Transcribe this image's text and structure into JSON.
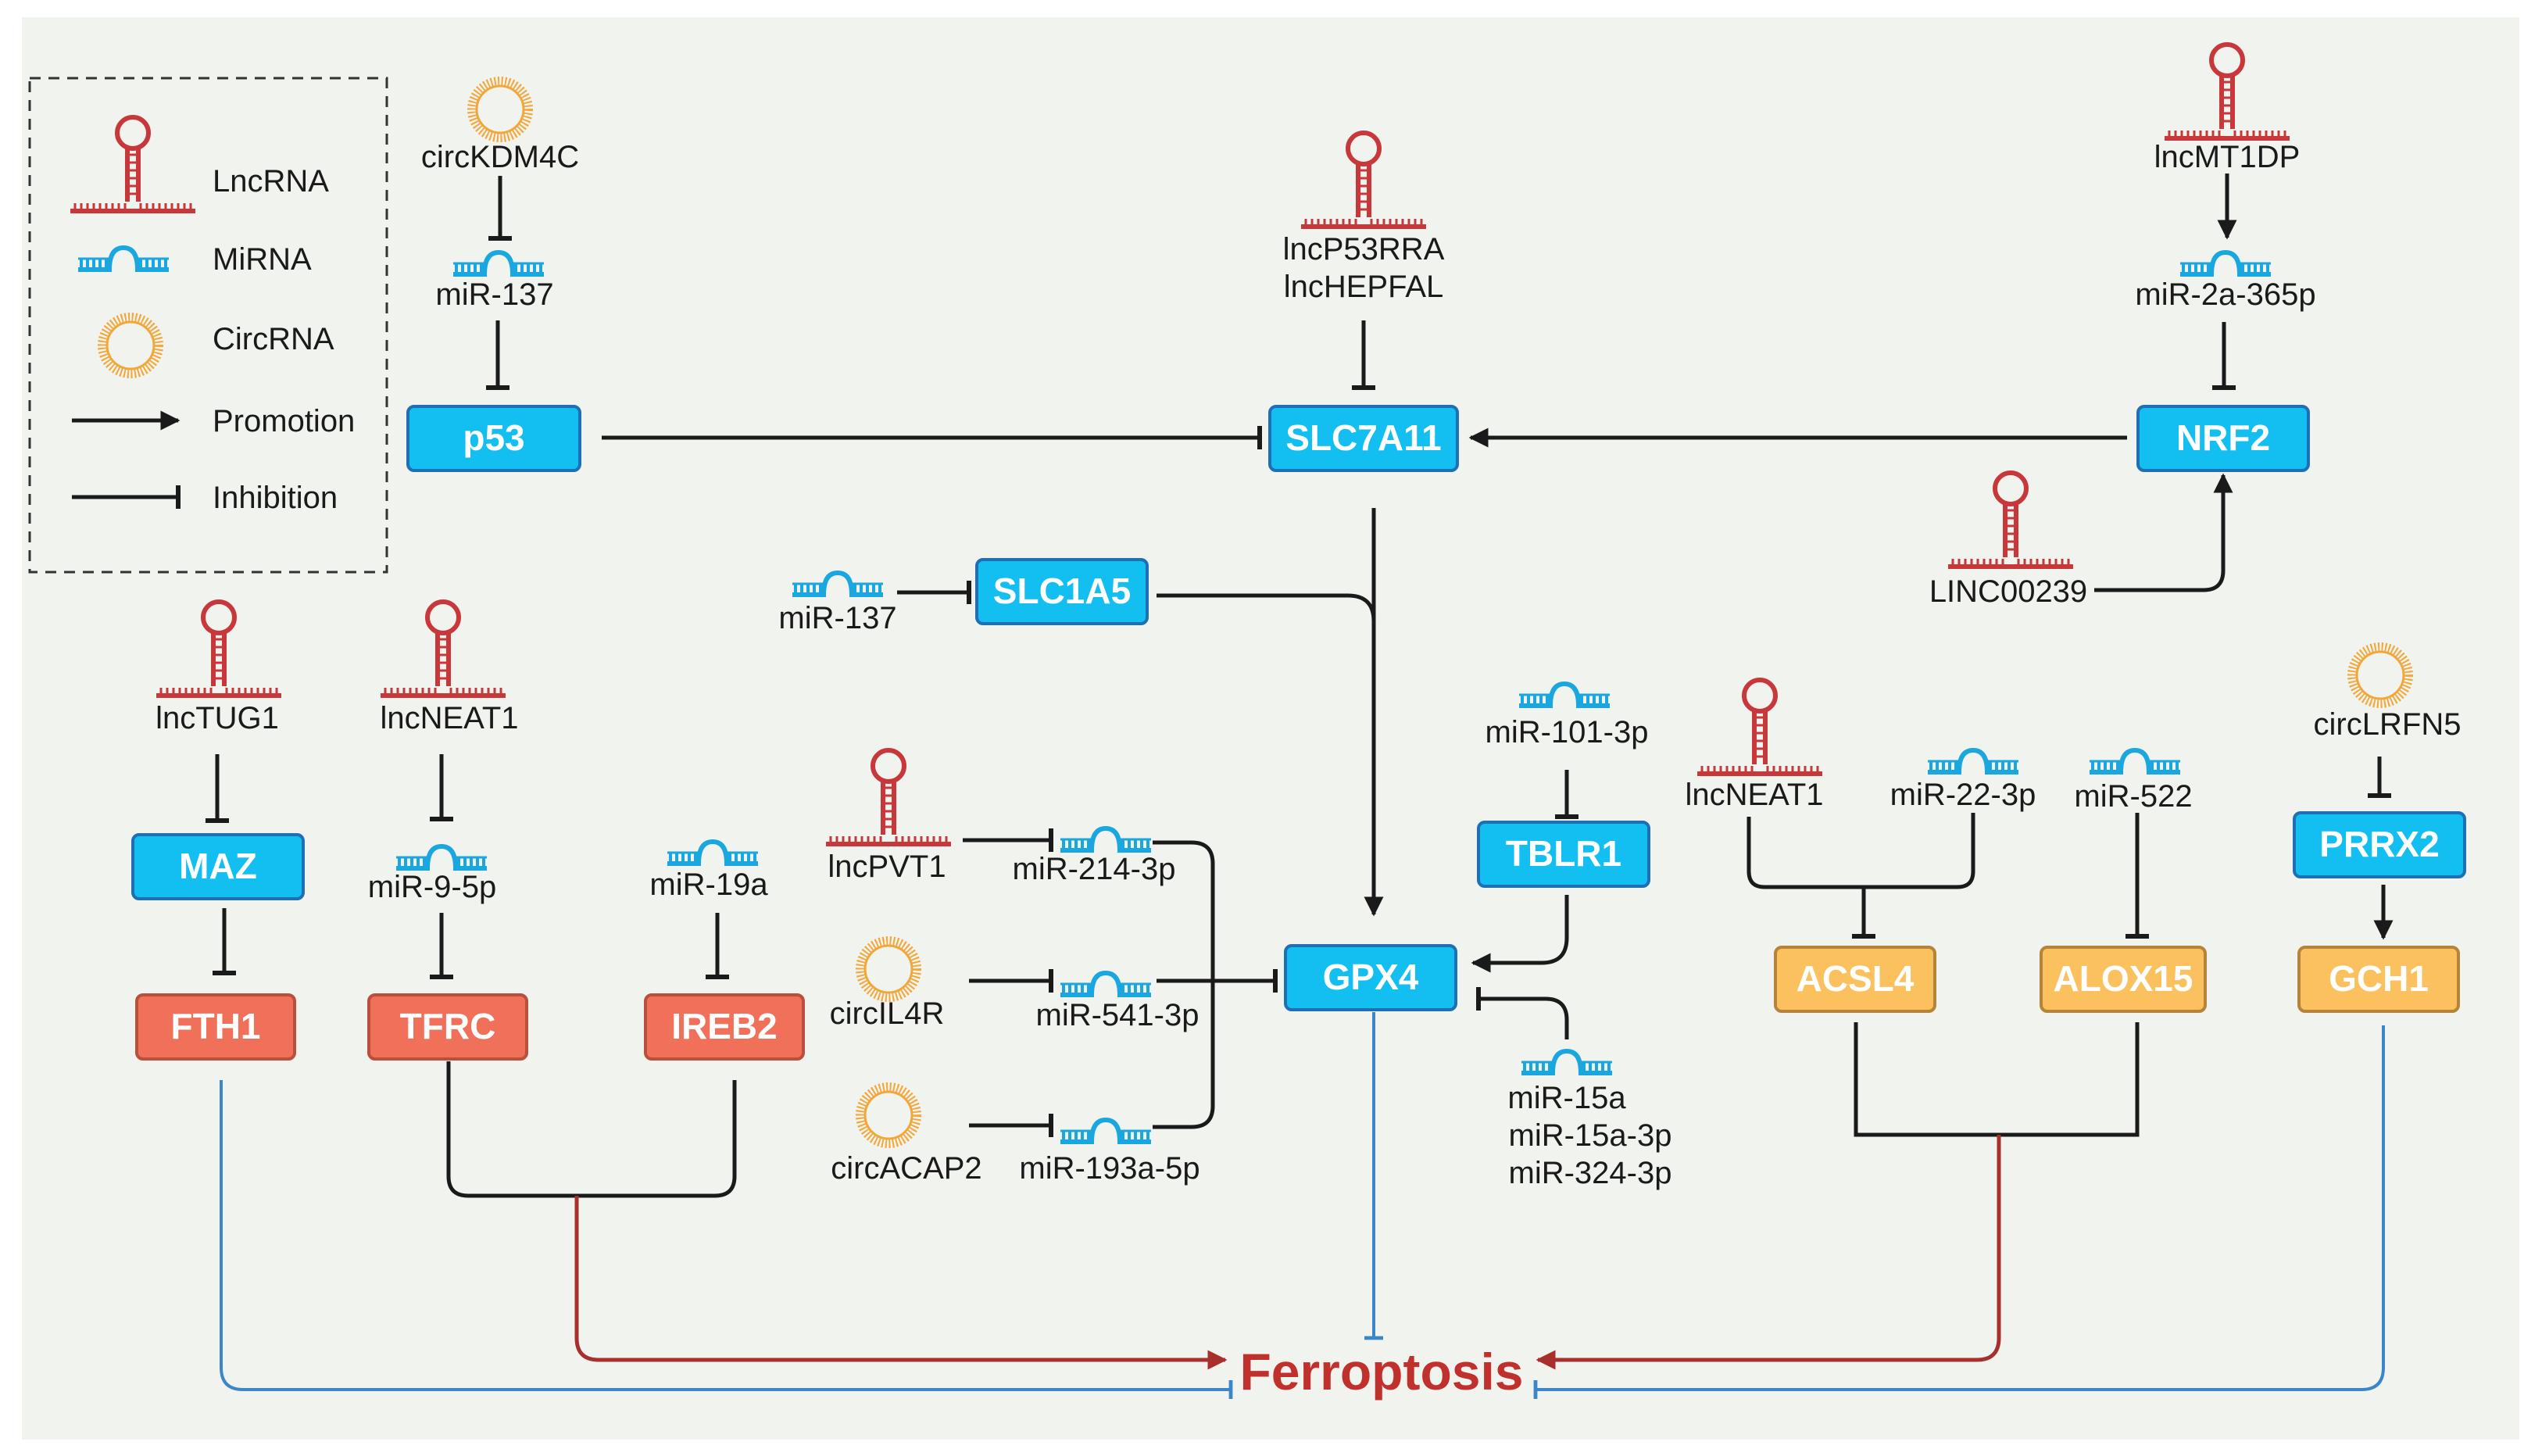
{
  "legend": {
    "lncrna": "LncRNA",
    "mirna": "MiRNA",
    "circrna": "CircRNA",
    "promotion": "Promotion",
    "inhibition": "Inhibition"
  },
  "nodes": {
    "p53": "p53",
    "slc7a11": "SLC7A11",
    "nrf2": "NRF2",
    "slc1a5": "SLC1A5",
    "gpx4": "GPX4",
    "tblr1": "TBLR1",
    "maz": "MAZ",
    "fth1": "FTH1",
    "tfrc": "TFRC",
    "ireb2": "IREB2",
    "acsl4": "ACSL4",
    "alox15": "ALOX15",
    "prrx2": "PRRX2",
    "gch1": "GCH1"
  },
  "labels": {
    "circkdm4c": "circKDM4C",
    "mir137_top": "miR-137",
    "lncp53rra": "lncP53RRA",
    "lnchepfal": "lncHEPFAL",
    "lncmt1dp": "lncMT1DP",
    "mir2a365p": "miR-2a-365p",
    "linc00239": "LINC00239",
    "mir137_mid": "miR-137",
    "lnctug1": "lncTUG1",
    "lncneat1_left": "lncNEAT1",
    "mir95p": "miR-9-5p",
    "mir19a": "miR-19a",
    "lncpvt1": "lncPVT1",
    "mir2143p": "miR-214-3p",
    "circil4r": "circIL4R",
    "mir5413p": "miR-541-3p",
    "circacap2": "circACAP2",
    "mir193a5p": "miR-193a-5p",
    "mir1013p": "miR-101-3p",
    "mir15a": "miR-15a",
    "mir15a3p": "miR-15a-3p",
    "mir3243p": "miR-324-3p",
    "lncneat1_right": "lncNEAT1",
    "mir223p": "miR-22-3p",
    "mir522": "miR-522",
    "circlrfn5": "circLRFN5"
  },
  "outcome": "Ferroptosis",
  "colors": {
    "blue_node": "#12bff0",
    "red_node": "#f0705a",
    "orange_node": "#fbc15e",
    "lncrna": "#c8373a",
    "mirna": "#1aa7e0",
    "circrna": "#f2a73b",
    "outcome": "#c0312e"
  }
}
